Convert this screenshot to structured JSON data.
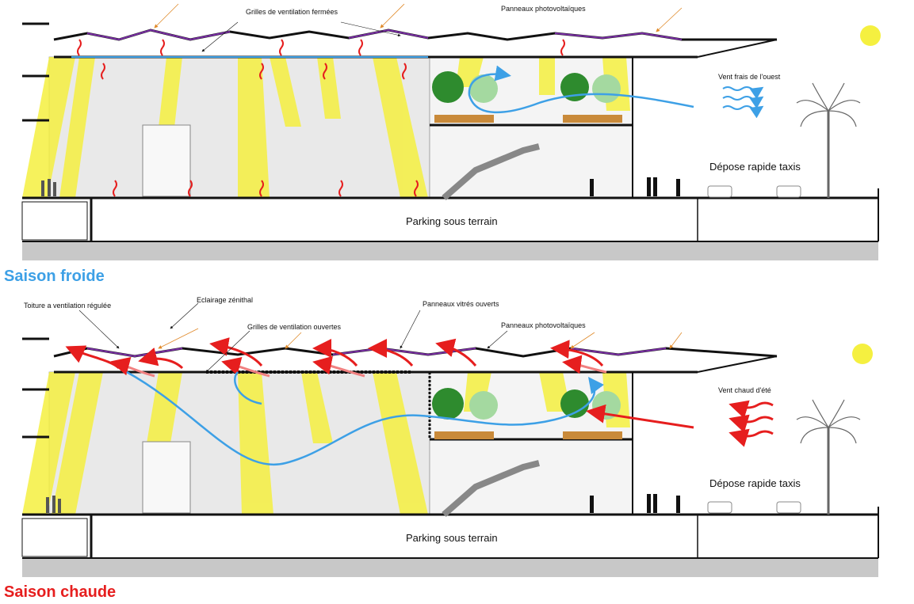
{
  "top": {
    "title": "Saison froide",
    "title_color": "#3da0e6",
    "labels": {
      "grilles_fermees": "Grilles de ventilation fermées",
      "panneaux_pv": "Panneaux photovoltaïques",
      "vent": "Vent frais de l'ouest",
      "depose": "Dépose rapide taxis",
      "parking": "Parking sous terrain"
    }
  },
  "bottom": {
    "title": "Saison chaude",
    "title_color": "#e61e1e",
    "labels": {
      "toiture": "Toiture a ventilation régulée",
      "eclairage": "Eclairage zénithal",
      "grilles_ouvertes": "Grilles de ventilation ouvertes",
      "panneaux_vitres": "Panneaux vitrés ouverts",
      "panneaux_pv": "Panneaux photovoltaïques",
      "vent": "Vent chaud d'été",
      "depose": "Dépose rapide taxis",
      "parking": "Parking sous terrain"
    }
  },
  "colors": {
    "sunlight": "#f5f040",
    "heat_red": "#e61e1e",
    "air_blue": "#3da0e6",
    "roof_purple": "#7b2fa6",
    "tree_green": "#2e8b2e",
    "ground_grey": "#c8c8c8"
  },
  "icons": [
    "sun-icon",
    "palm-tree-icon",
    "tree-icon",
    "car-icon",
    "person-icon"
  ]
}
